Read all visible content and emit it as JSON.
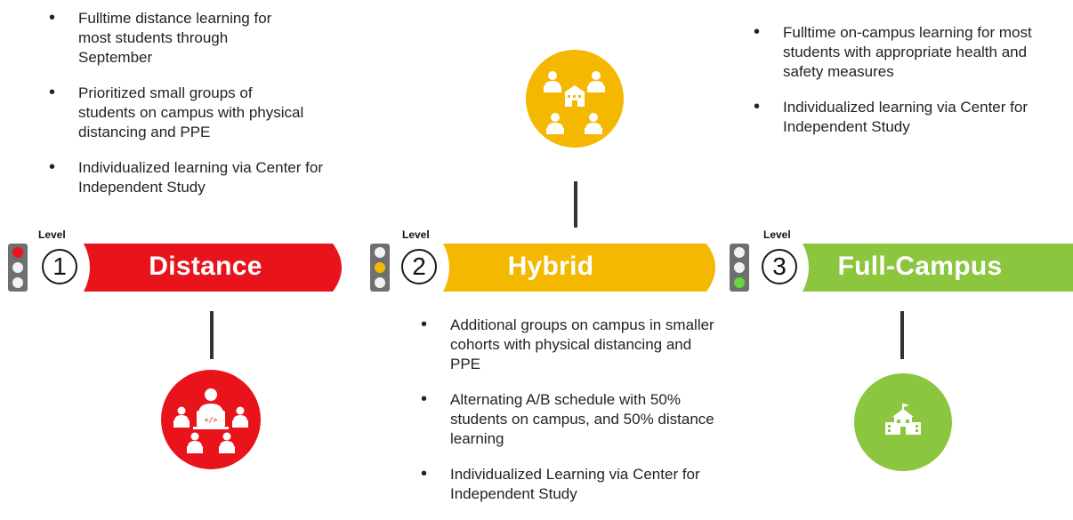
{
  "levels": [
    {
      "level_label": "Level",
      "number": "1",
      "name": "Distance",
      "color": "#e8131b",
      "light": "red",
      "icon": "distance-learners-icon",
      "bullets": [
        "Fulltime distance learning for most students through September",
        "Prioritized small groups of students on campus with physical distancing and PPE",
        "Individualized learning via Center for Independent Study"
      ]
    },
    {
      "level_label": "Level",
      "number": "2",
      "name": "Hybrid",
      "color": "#f5b800",
      "light": "yellow",
      "icon": "students-around-school-icon",
      "bullets": [
        "Additional groups on campus in smaller cohorts with physical distancing and PPE",
        "Alternating A/B schedule with 50%  students on campus, and 50% distance learning",
        "Individualized Learning via Center for Independent Study"
      ]
    },
    {
      "level_label": "Level",
      "number": "3",
      "name": "Full-Campus",
      "color": "#8cc63f",
      "light": "green",
      "icon": "school-building-icon",
      "bullets": [
        "Fulltime on-campus learning for most students with appropriate health and safety measures",
        "Individualized learning via Center for Independent Study"
      ]
    }
  ]
}
